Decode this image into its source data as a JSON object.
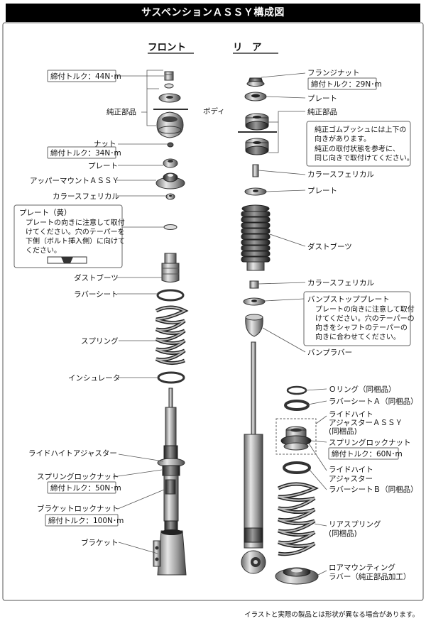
{
  "title": "サスペンションＡＳＳＹ構成図",
  "headers": {
    "front": "フロント",
    "rear": "リ　ア"
  },
  "body_label": "ボディ",
  "front": {
    "torque_top": "締付トルク：44N･m",
    "genuine_parts": "純正部品",
    "nut": "ナット",
    "torque_nut": "締付トルク：34N･m",
    "plate": "プレート",
    "upper_mount": "アッパーマウントＡＳＳＹ",
    "collar": "カラースフェリカル",
    "plate_note_title": "プレート（黄）",
    "plate_note_lines": [
      "プレートの向きに注意して取付",
      "けてください。穴のテーパーを",
      "下側（ボルト挿入側）に向けて",
      "ください。"
    ],
    "dust_boot": "ダストブーツ",
    "rubber_seat": "ラバーシート",
    "spring": "スプリング",
    "insulator": "インシュレータ",
    "ride_height_adjuster": "ライドハイトアジャスター",
    "spring_lock_nut": "スプリングロックナット",
    "torque_spring_lock": "締付トルク：50N･m",
    "bracket_lock_nut": "ブラケットロックナット",
    "torque_bracket_lock": "締付トルク：100N･m",
    "bracket": "ブラケット"
  },
  "rear": {
    "flange_nut": "フランジナット",
    "torque_flange": "締付トルク：29N･m",
    "plate": "プレート",
    "genuine_parts": "純正部品",
    "bushing_note_lines": [
      "純正ゴムブッシュには上下の",
      "向きがあります。",
      "純正の取付状態を参考に、",
      "同じ向きで取付けてください。"
    ],
    "collar": "カラースフェリカル",
    "plate2": "プレート",
    "dust_boot": "ダストブーツ",
    "collar2": "カラースフェリカル",
    "bump_plate_title": "バンプストッププレート",
    "bump_plate_lines": [
      "プレートの向きに注意して取付",
      "けてください。穴のテーパーの",
      "向きをシャフトのテーパーの",
      "向きに合わせてください。"
    ],
    "bump_rubber": "バンプラバー",
    "o_ring": "Ｏリング（同梱品）",
    "rubber_seat_a": "ラバーシートＡ（同梱品）",
    "ride_height_assy_lines": [
      "ライドハイト",
      "アジャスターＡＳＳＹ",
      "(同梱品)"
    ],
    "spring_lock_nut": "スプリングロックナット",
    "torque_spring_lock": "締付トルク：60N･m",
    "ride_height_adjuster_lines": [
      "ライドハイト",
      "アジャスター"
    ],
    "rubber_seat_b": "ラバーシートＢ（同梱品）",
    "rear_spring_lines": [
      "リアスプリング",
      "(同梱品)"
    ],
    "lower_mount_lines": [
      "ロアマウンティング",
      "ラバー（純正部品加工）"
    ]
  },
  "footnote": "イラストと実際の製品とは形状が異なる場合があります。"
}
